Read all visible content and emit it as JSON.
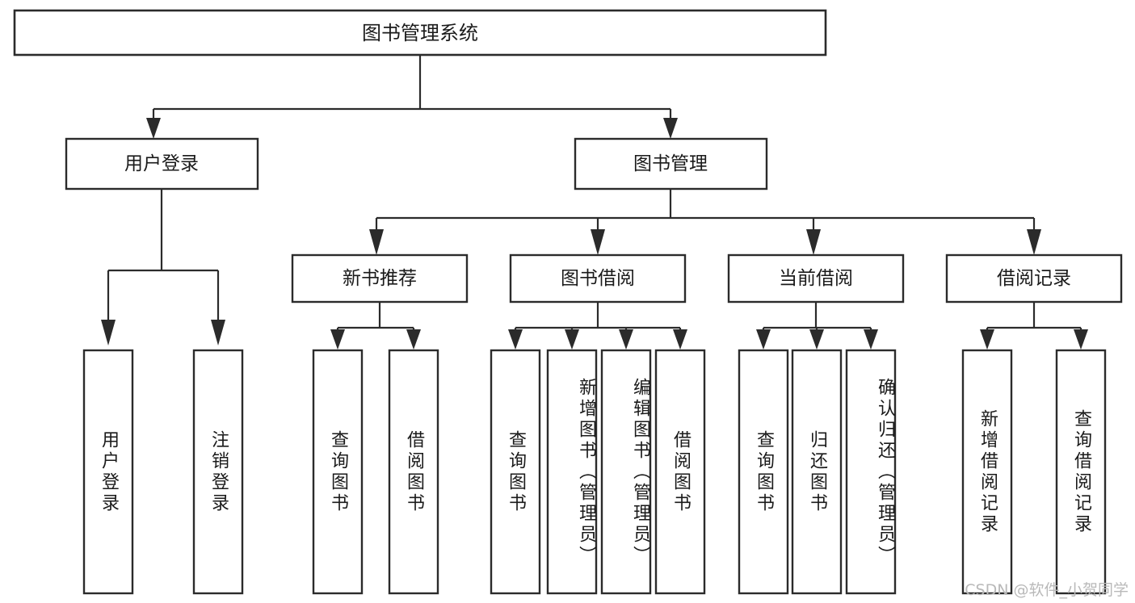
{
  "diagram": {
    "title": "图书管理系统",
    "watermark": "CSDN @软件_小贺同学",
    "colors": {
      "box_stroke": "#2b2b2b",
      "box_fill": "#ffffff",
      "text": "#1a1a1a",
      "watermark": "#b9b9b9",
      "background": "#ffffff"
    },
    "levels": {
      "root": "图书管理系统",
      "level2": [
        "用户登录",
        "图书管理"
      ],
      "level3": [
        "新书推荐",
        "图书借阅",
        "当前借阅",
        "借阅记录"
      ]
    },
    "nodes": {
      "root": {
        "label": "图书管理系统"
      },
      "user_login": {
        "label": "用户登录"
      },
      "book_manage": {
        "label": "图书管理"
      },
      "new_book_rec": {
        "label": "新书推荐"
      },
      "book_borrow": {
        "label": "图书借阅"
      },
      "current_borrow": {
        "label": "当前借阅"
      },
      "borrow_record": {
        "label": "借阅记录"
      }
    },
    "leaves": {
      "user_login": [
        {
          "label": "用户登录"
        },
        {
          "label": "注销登录"
        }
      ],
      "new_book_rec": [
        {
          "label": "查询图书"
        },
        {
          "label": "借阅图书"
        }
      ],
      "book_borrow": [
        {
          "label": "查询图书"
        },
        {
          "label": "新增图书（管理员）"
        },
        {
          "label": "编辑图书（管理员）"
        },
        {
          "label": "借阅图书"
        }
      ],
      "current_borrow": [
        {
          "label": "查询图书"
        },
        {
          "label": "归还图书"
        },
        {
          "label": "确认归还（管理员）"
        }
      ],
      "borrow_record": [
        {
          "label": "新增借阅记录"
        },
        {
          "label": "查询借阅记录"
        }
      ]
    }
  }
}
